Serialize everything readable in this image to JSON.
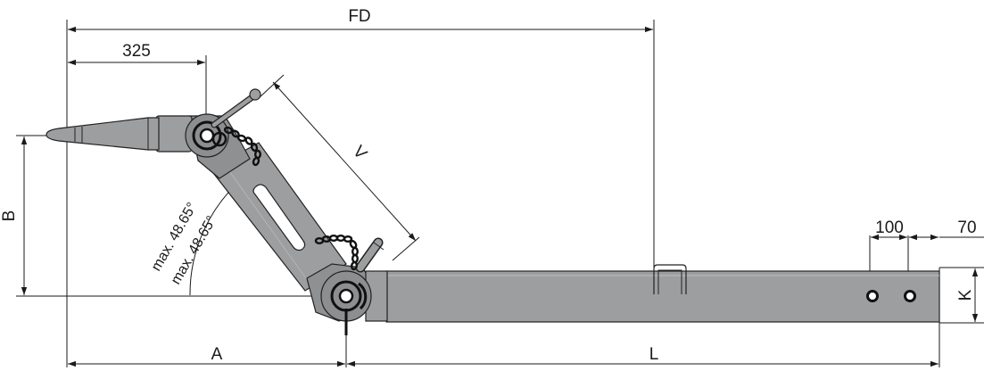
{
  "dimensions": {
    "fd": "FD",
    "d325": "325",
    "v": "V",
    "b": "B",
    "angle1": "max. 48.65°",
    "angle2": "max. 48.65°",
    "a": "A",
    "l": "L",
    "d100": "100",
    "d70": "70",
    "k": "K"
  },
  "colors": {
    "body": "#9d9e9f",
    "body_dark": "#7d7e80",
    "outline": "#222222",
    "line": "#1a1a1a"
  }
}
